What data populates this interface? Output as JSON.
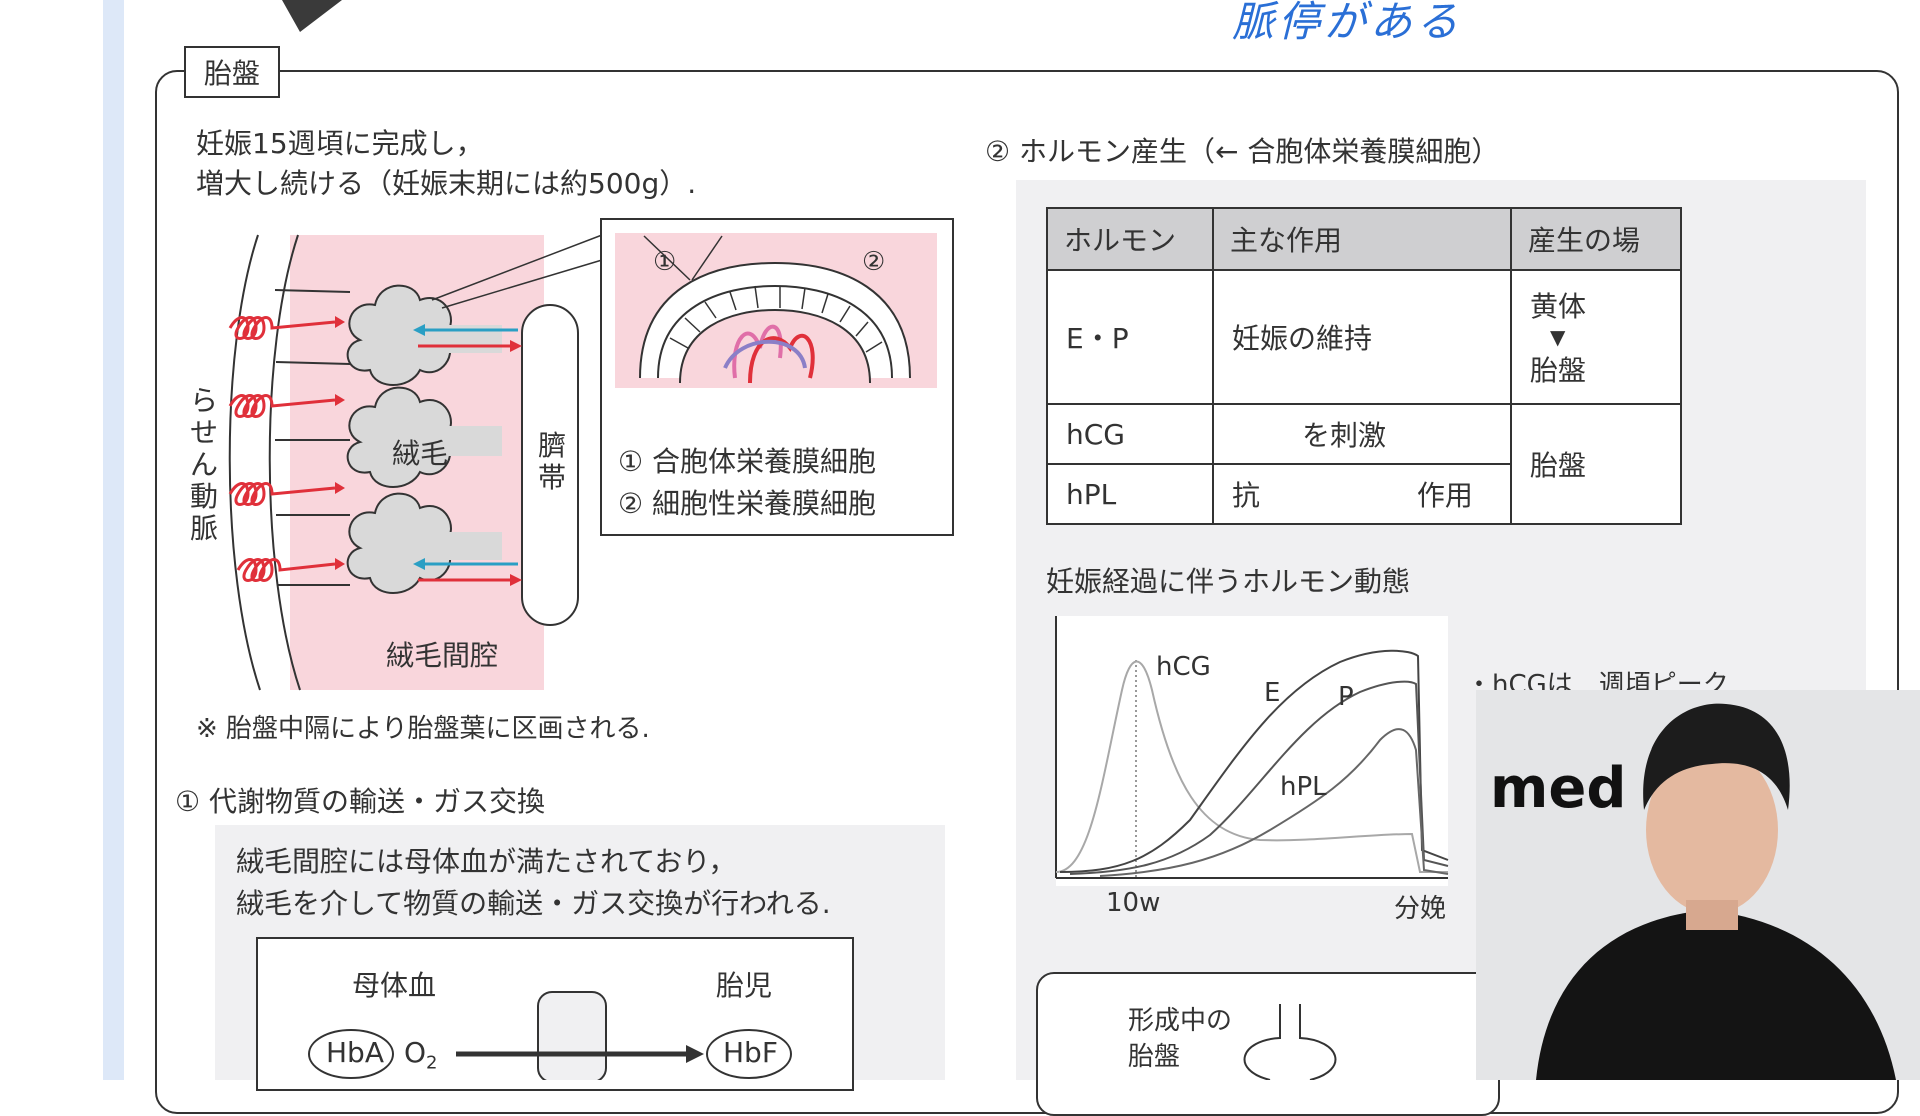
{
  "header": {
    "handwriting": "脈停がある"
  },
  "section": {
    "title": "胎盤"
  },
  "intro": {
    "line1": "妊娠15週頃に完成し，",
    "line2": "増大し続ける（妊娠末期には約500g）."
  },
  "figure1": {
    "artery_label": "らせん動脈",
    "villus_label": "絨毛",
    "cord_label": "臍帯",
    "intervillous_label": "絨毛間腔",
    "marker1": "①",
    "marker2": "②",
    "legend1": "① 合胞体栄養膜細胞",
    "legend2": "② 細胞性栄養膜細胞",
    "colors": {
      "pink": "#f9d6dc",
      "blue": "#2a9fc4",
      "red": "#e0303a"
    }
  },
  "note": "※ 胎盤中隔により胎盤葉に区画される.",
  "sec1": {
    "title": "① 代謝物質の輸送・ガス交換",
    "body1": "絨毛間腔には母体血が満たされており，",
    "body2": "絨毛を介して物質の輸送・ガス交換が行われる.",
    "maternal": "母体血",
    "fetal": "胎児",
    "hba": "HbA",
    "hbf": "HbF",
    "o2": "O",
    "o2_sub": "2"
  },
  "sec2": {
    "title": "② ホルモン産生（← 合胞体栄養膜細胞）",
    "table": {
      "headers": [
        "ホルモン",
        "主な作用",
        "産生の場"
      ],
      "rows": [
        {
          "hormone": "E・P",
          "action": "妊娠の維持"
        },
        {
          "hormone": "hCG",
          "action": "を刺激"
        },
        {
          "hormone": "hPL",
          "action_a": "抗",
          "action_b": "作用"
        }
      ],
      "site_ep_top": "黄体",
      "site_ep_arrow": "▼",
      "site_ep_bottom": "胎盤",
      "site_common": "胎盤"
    }
  },
  "chart_title": "妊娠経過に伴うホルモン動態",
  "chart_data": {
    "type": "line",
    "title": "妊娠経過に伴うホルモン動態",
    "x_ticks": [
      "10w",
      "分娩"
    ],
    "series": [
      {
        "name": "hCG"
      },
      {
        "name": "E"
      },
      {
        "name": "P"
      },
      {
        "name": "hPL"
      }
    ],
    "grid": false
  },
  "side_note": "・hCGは　週頃ピーク",
  "bottom_fig": {
    "label_line1": "形成中の",
    "label_line2": "胎盤"
  },
  "presenter": {
    "logo": "med"
  }
}
